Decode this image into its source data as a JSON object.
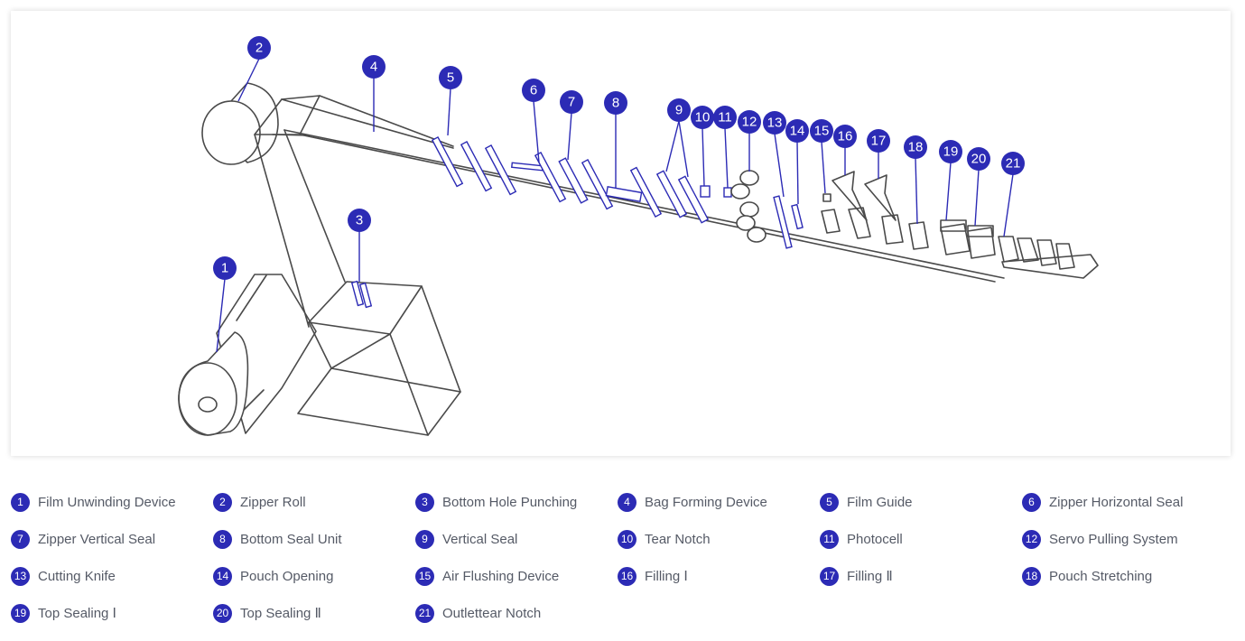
{
  "colors": {
    "accent": "#2c2bb5",
    "label_text": "#555a66",
    "line": "#4a4a4a"
  },
  "components": [
    {
      "number": "1",
      "label": "Film Unwinding Device"
    },
    {
      "number": "2",
      "label": "Zipper Roll"
    },
    {
      "number": "3",
      "label": "Bottom Hole Punching"
    },
    {
      "number": "4",
      "label": "Bag Forming Device"
    },
    {
      "number": "5",
      "label": "Film Guide"
    },
    {
      "number": "6",
      "label": "Zipper Horizontal Seal"
    },
    {
      "number": "7",
      "label": "Zipper Vertical Seal"
    },
    {
      "number": "8",
      "label": "Bottom Seal Unit"
    },
    {
      "number": "9",
      "label": "Vertical Seal"
    },
    {
      "number": "10",
      "label": "Tear Notch"
    },
    {
      "number": "11",
      "label": "Photocell"
    },
    {
      "number": "12",
      "label": "Servo Pulling System"
    },
    {
      "number": "13",
      "label": "Cutting Knife"
    },
    {
      "number": "14",
      "label": "Pouch Opening"
    },
    {
      "number": "15",
      "label": "Air Flushing Device"
    },
    {
      "number": "16",
      "label": "Filling Ⅰ"
    },
    {
      "number": "17",
      "label": "Filling Ⅱ"
    },
    {
      "number": "18",
      "label": "Pouch Stretching"
    },
    {
      "number": "19",
      "label": "Top Sealing Ⅰ"
    },
    {
      "number": "20",
      "label": "Top Sealing Ⅱ"
    },
    {
      "number": "21",
      "label": "Outlettear Notch"
    }
  ]
}
